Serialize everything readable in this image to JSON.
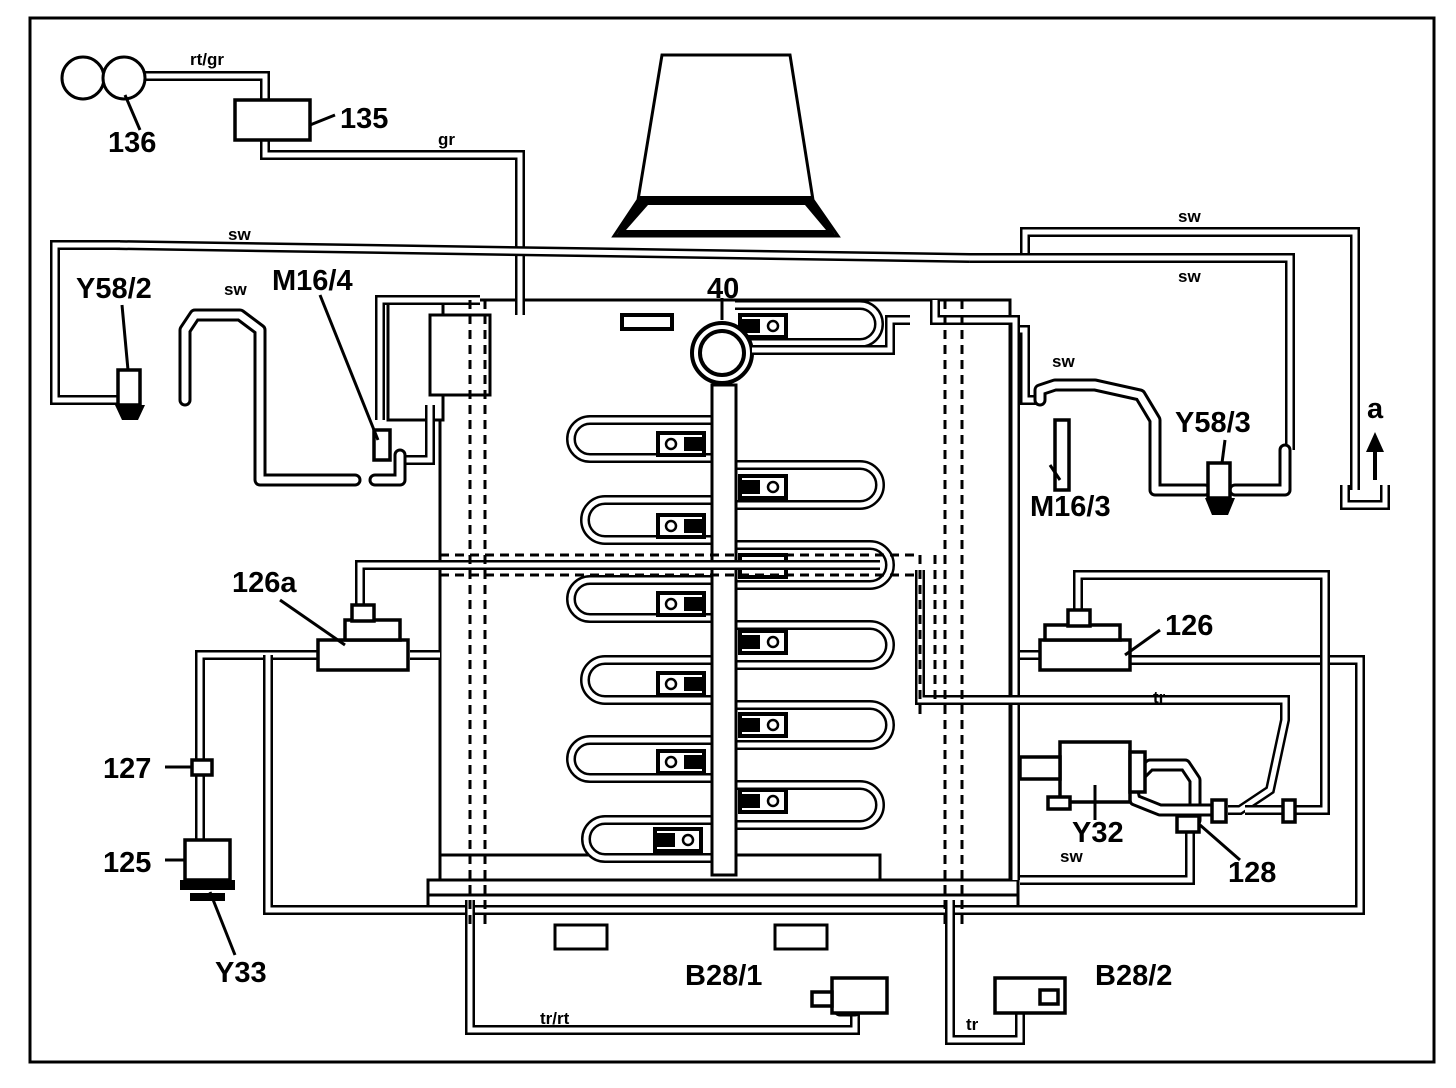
{
  "labels": {
    "c136": "136",
    "c135": "135",
    "c40": "40",
    "y58_2": "Y58/2",
    "m16_4": "M16/4",
    "y58_3": "Y58/3",
    "m16_3": "M16/3",
    "a": "a",
    "c126a": "126a",
    "c126": "126",
    "c127": "127",
    "c125": "125",
    "y33": "Y33",
    "y32": "Y32",
    "c128": "128",
    "b28_1": "B28/1",
    "b28_2": "B28/2"
  },
  "line_colors": {
    "rt_gr": "rt/gr",
    "gr": "gr",
    "sw_top": "sw",
    "sw_y58_2": "sw",
    "sw_right_top": "sw",
    "sw_right_mid": "sw",
    "sw_m16_3": "sw",
    "sw_y32": "sw",
    "tr_126": "tr",
    "tr_rt": "tr/rt",
    "tr_b28_2": "tr"
  }
}
